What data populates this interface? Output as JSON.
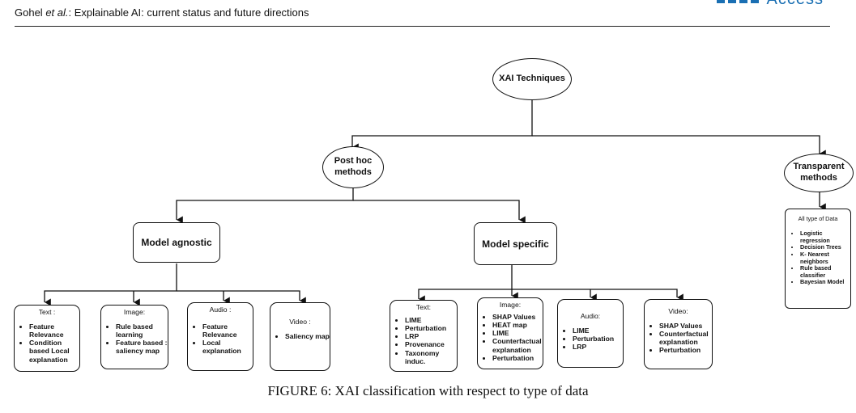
{
  "header": {
    "author": "Gohel",
    "etal": "et al.",
    "title": ": Explainable AI: current status and future directions",
    "logo_text": "Access"
  },
  "diagram": {
    "root": "XAI Techniques",
    "post_hoc": "Post hoc methods",
    "transparent": "Transparent methods",
    "model_agnostic": "Model agnostic",
    "model_specific": "Model specific",
    "agnostic_leaves": [
      {
        "title": "Text :",
        "items": [
          "Feature Relevance",
          "Condition based      Local explanation"
        ]
      },
      {
        "title": "Image:",
        "items": [
          "Rule based learning",
          "Feature based : saliency map"
        ]
      },
      {
        "title": "Audio :",
        "items": [
          "Feature Relevance",
          "Local explanation"
        ]
      },
      {
        "title": "Video :",
        "items": [
          "Saliency map"
        ]
      }
    ],
    "specific_leaves": [
      {
        "title": "Text:",
        "items": [
          "LIME",
          "Perturbation",
          "LRP",
          "Provenance",
          "Taxonomy induc."
        ]
      },
      {
        "title": "Image:",
        "items": [
          "SHAP Values",
          "HEAT map",
          "LIME",
          "Counterfactual explanation",
          "Perturbation"
        ]
      },
      {
        "title": "Audio:",
        "items": [
          "LIME",
          "Perturbation",
          "LRP"
        ]
      },
      {
        "title": "Video:",
        "items": [
          "SHAP Values",
          "Counterfactual explanation",
          "Perturbation"
        ]
      }
    ],
    "transparent_leaf": {
      "title": "All type of Data",
      "items": [
        "Logistic regression",
        "Decision Trees",
        "K- Nearest neighbors",
        "Rule based classifier",
        "Bayesian Model"
      ]
    }
  },
  "caption": "FIGURE 6: XAI classification with respect to type of data"
}
